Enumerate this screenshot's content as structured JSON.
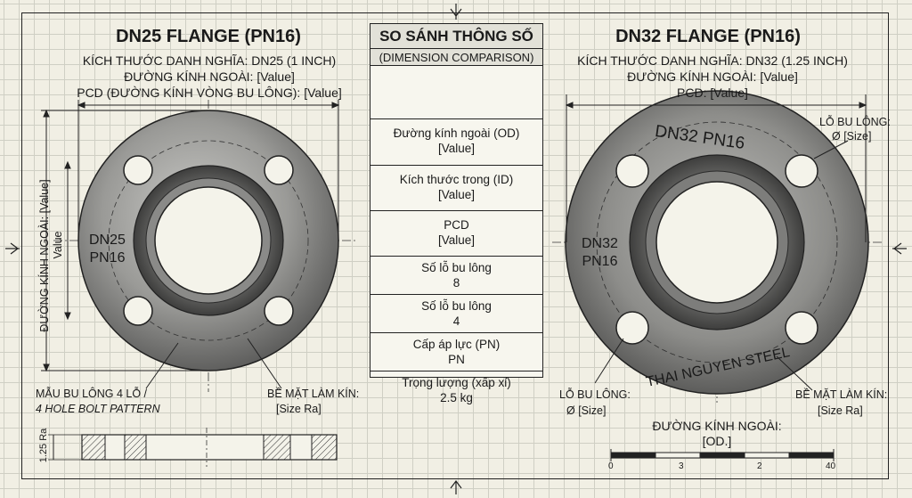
{
  "left": {
    "title": "DN25 FLANGE (PN16)",
    "nominal": "KÍCH THƯỚC DANH NGHĨA: DN25 (1 INCH)",
    "od": "ĐƯỜNG KÍNH NGOÀI: [Value]",
    "pcd": "PCD (ĐƯỜNG KÍNH VÒNG BU LÔNG): [Value]",
    "marking_line1": "DN25",
    "marking_line2": "PN16",
    "vertical_dim": "ĐƯỜNG KÍNH NGOÀI: [Value]",
    "vertical_value": "Value",
    "bolt_pattern_vi": "MẪU BU LÔNG 4 LỖ /",
    "bolt_pattern_en": "4 HOLE BOLT PATTERN",
    "sealing_label": "BỀ MẶT LÀM KÍN:",
    "sealing_value": "[Size Ra]",
    "thickness": "1.25 Ra"
  },
  "table": {
    "header_vi": "SO SÁNH THÔNG SỐ",
    "header_en": "(DIMENSION COMPARISON)",
    "rows": [
      {
        "label": "Đường kính ngoài (OD)",
        "value": "[Value]"
      },
      {
        "label": "Kích thước trong (ID)",
        "value": "[Value]"
      },
      {
        "label": "PCD",
        "value": "[Value]"
      },
      {
        "label": "Số lỗ bu lông",
        "value": "8"
      },
      {
        "label": "Số lỗ bu lông",
        "value": "4"
      },
      {
        "label": "Cấp áp lực (PN)",
        "value": "PN"
      },
      {
        "label": "Trọng lượng (xấp xỉ)",
        "value": "2.5 kg"
      }
    ]
  },
  "right": {
    "title": "DN32 FLANGE (PN16)",
    "nominal": "KÍCH THƯỚC DANH NGHĨA: DN32 (1.25 INCH)",
    "od": "ĐƯỜNG KÍNH NGOÀI: [Value]",
    "pcd": "PCD: [Value]",
    "arc_text": "DN32  PN16",
    "marking_line1": "DN32",
    "marking_line2": "PN16",
    "brand": "THAI NGUYEN STEEL",
    "bolt_hole_top_label": "LỖ BU LÔNG:",
    "bolt_hole_top_value": "Ø [Size]",
    "bolt_hole_bottom_label": "LỖ BU LÔNG:",
    "bolt_hole_bottom_value": "Ø [Size]",
    "sealing_label": "BỀ MẶT LÀM KÍN:",
    "sealing_value": "[Size Ra]",
    "od_bottom_label": "ĐƯỜNG KÍNH NGOÀI:",
    "od_bottom_value": "[OD.]",
    "scale_labels": [
      "0",
      "3",
      "2",
      "40"
    ]
  },
  "colors": {
    "paper": "#f1efe4",
    "grid": "#cfcfc4",
    "steel_light": "#b9b9b6",
    "steel_dark": "#4f4f4e",
    "ink": "#1a1a1a"
  }
}
